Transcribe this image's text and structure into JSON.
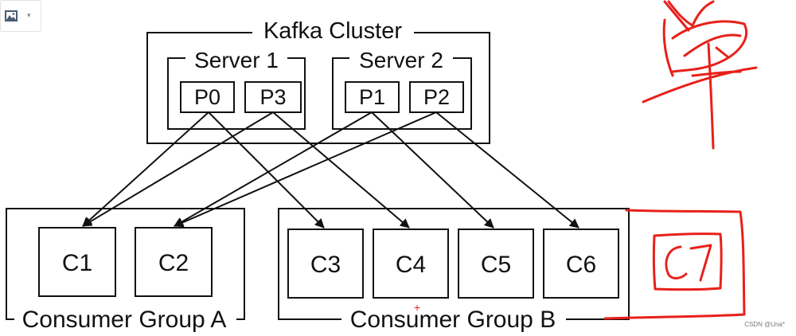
{
  "toolbar": {
    "image_icon": "image-icon",
    "dropdown_icon": "chevron-down-icon",
    "caret": "▾"
  },
  "cluster": {
    "title": "Kafka Cluster"
  },
  "servers": [
    {
      "label": "Server 1",
      "partitions": [
        "P0",
        "P3"
      ]
    },
    {
      "label": "Server 2",
      "partitions": [
        "P1",
        "P2"
      ]
    }
  ],
  "groups": [
    {
      "label": "Consumer Group A",
      "consumers": [
        "C1",
        "C2"
      ]
    },
    {
      "label": "Consumer Group B",
      "consumers": [
        "C3",
        "C4",
        "C5",
        "C6"
      ]
    }
  ],
  "annotation": {
    "consumer": "C7"
  },
  "watermark": "CSDN @Una*"
}
